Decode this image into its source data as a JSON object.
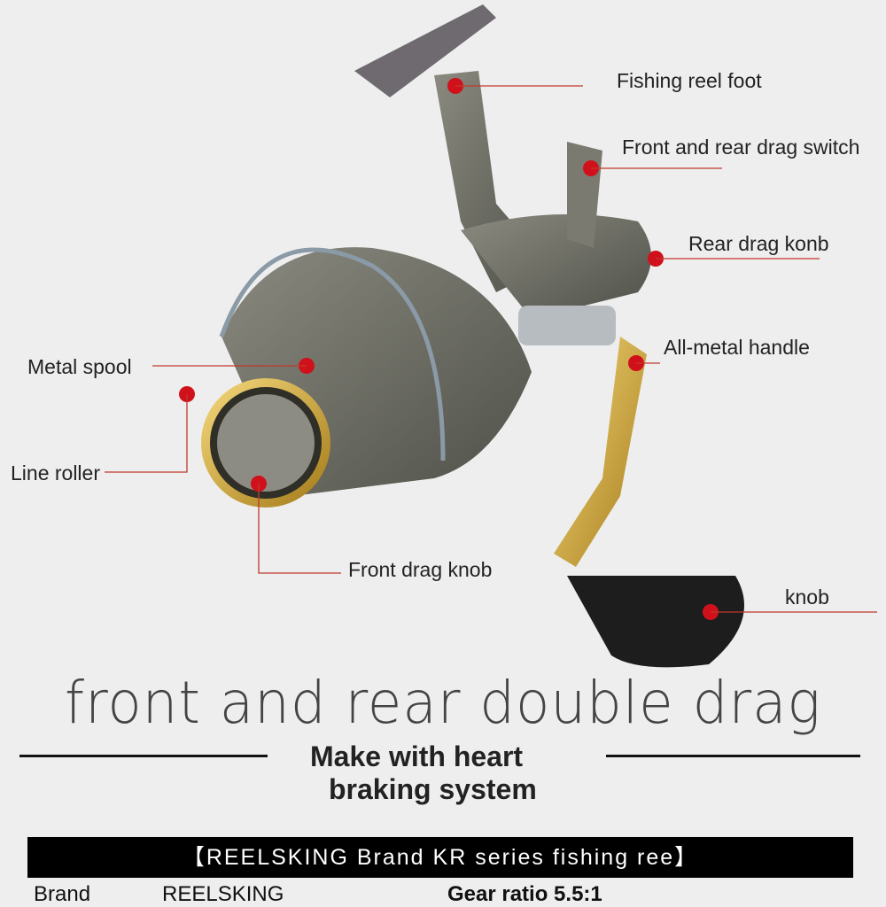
{
  "labels": {
    "reel_foot": "Fishing reel foot",
    "drag_switch": "Front and rear drag switch",
    "rear_drag": "Rear drag konb",
    "handle": "All-metal handle",
    "metal_spool": "Metal spool",
    "line_roller": "Line roller",
    "front_drag": "Front drag knob",
    "knob": "knob"
  },
  "headline": "front and rear double drag",
  "subtitle_line1": "Make with heart",
  "subtitle_line2": "braking system",
  "banner": "【REELSKING   Brand  KR series fishing ree】",
  "specs": {
    "brand_label": "Brand",
    "brand_value": "REELSKING",
    "gear_ratio": "Gear ratio 5.5:1"
  },
  "colors": {
    "marker": "#d0111b",
    "leader": "#c0392b"
  }
}
